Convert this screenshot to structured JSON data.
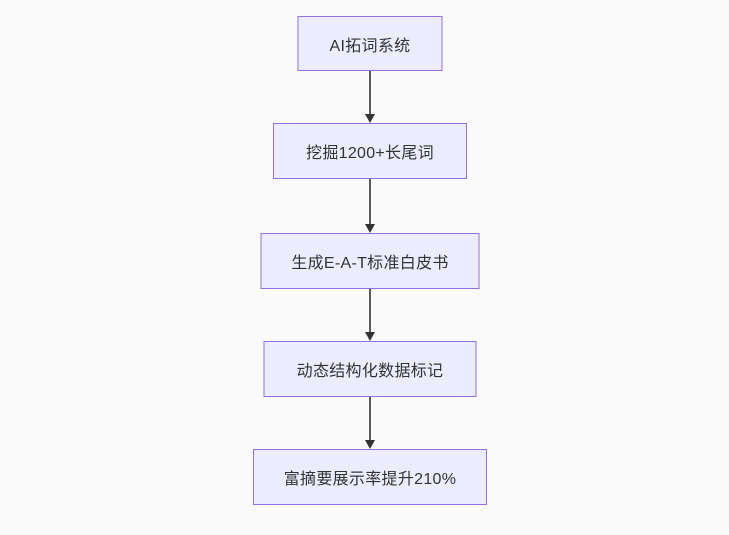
{
  "diagram": {
    "type": "flowchart-top-down",
    "nodes": [
      {
        "id": "n1",
        "label": "AI拓词系统"
      },
      {
        "id": "n2",
        "label": "挖掘1200+长尾词"
      },
      {
        "id": "n3",
        "label": "生成E-A-T标准白皮书"
      },
      {
        "id": "n4",
        "label": "动态结构化数据标记"
      },
      {
        "id": "n5",
        "label": "富摘要展示率提升210%"
      }
    ],
    "edges": [
      {
        "from": "n1",
        "to": "n2"
      },
      {
        "from": "n2",
        "to": "n3"
      },
      {
        "from": "n3",
        "to": "n4"
      },
      {
        "from": "n4",
        "to": "n5"
      }
    ],
    "colors": {
      "background": "#fafafa",
      "node_fill": "#ECECFF",
      "node_border": "#9370DB",
      "node_text": "#333333",
      "edge_line": "#5a5a5a",
      "edge_arrow": "#333333"
    }
  }
}
